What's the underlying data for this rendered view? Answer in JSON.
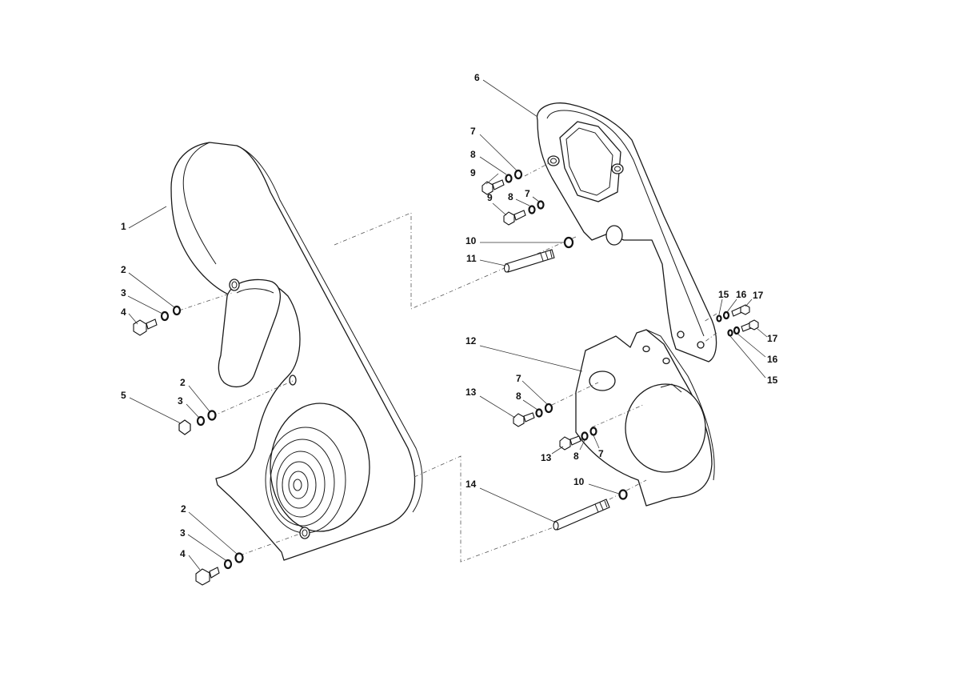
{
  "callouts": [
    {
      "id": "c1",
      "label": "1"
    },
    {
      "id": "c2a",
      "label": "2"
    },
    {
      "id": "c3a",
      "label": "3"
    },
    {
      "id": "c4a",
      "label": "4"
    },
    {
      "id": "c2b",
      "label": "2"
    },
    {
      "id": "c3b",
      "label": "3"
    },
    {
      "id": "c5",
      "label": "5"
    },
    {
      "id": "c2c",
      "label": "2"
    },
    {
      "id": "c3c",
      "label": "3"
    },
    {
      "id": "c4b",
      "label": "4"
    },
    {
      "id": "c6",
      "label": "6"
    },
    {
      "id": "c7a",
      "label": "7"
    },
    {
      "id": "c8a",
      "label": "8"
    },
    {
      "id": "c9a",
      "label": "9"
    },
    {
      "id": "c9b",
      "label": "9"
    },
    {
      "id": "c8b",
      "label": "8"
    },
    {
      "id": "c7b",
      "label": "7"
    },
    {
      "id": "c10a",
      "label": "10"
    },
    {
      "id": "c11",
      "label": "11"
    },
    {
      "id": "c15a",
      "label": "15"
    },
    {
      "id": "c16a",
      "label": "16"
    },
    {
      "id": "c17a",
      "label": "17"
    },
    {
      "id": "c17b",
      "label": "17"
    },
    {
      "id": "c16b",
      "label": "16"
    },
    {
      "id": "c15b",
      "label": "15"
    },
    {
      "id": "c12",
      "label": "12"
    },
    {
      "id": "c7c",
      "label": "7"
    },
    {
      "id": "c8c",
      "label": "8"
    },
    {
      "id": "c13a",
      "label": "13"
    },
    {
      "id": "c13b",
      "label": "13"
    },
    {
      "id": "c8d",
      "label": "8"
    },
    {
      "id": "c7d",
      "label": "7"
    },
    {
      "id": "c10b",
      "label": "10"
    },
    {
      "id": "c14",
      "label": "14"
    }
  ]
}
